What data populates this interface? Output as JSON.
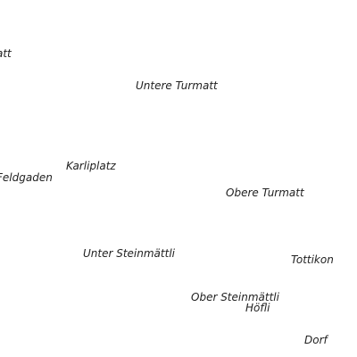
{
  "map": {
    "background": "#ffffff",
    "label_color": "#222222",
    "labels": [
      {
        "id": "att",
        "text": "att"
      },
      {
        "id": "untere-turmatt",
        "text": "Untere Turmatt"
      },
      {
        "id": "karliplatz",
        "text": "Karliplatz"
      },
      {
        "id": "feldgaden",
        "text": "Feldgaden"
      },
      {
        "id": "obere-turmatt",
        "text": "Obere Turmatt"
      },
      {
        "id": "unter-steinmaettli",
        "text": "Unter Steinmättli"
      },
      {
        "id": "tottikon",
        "text": "Tottikon"
      },
      {
        "id": "ober-steinmaettli",
        "text": "Ober Steinmättli"
      },
      {
        "id": "hoefli",
        "text": "Höfli"
      },
      {
        "id": "dorf",
        "text": "Dorf"
      }
    ]
  }
}
